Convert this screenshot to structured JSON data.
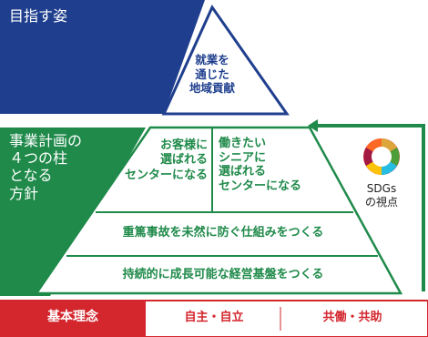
{
  "vision": {
    "label": "目指す姿",
    "lines": [
      "就業を",
      "通じた",
      "地域貢献"
    ]
  },
  "plan": {
    "label_lines": [
      "事業計画の",
      "４つの柱",
      "となる",
      "方針"
    ],
    "pillar1_lines": [
      "お客様に",
      "選ばれる",
      "センターになる"
    ],
    "pillar2_lines": [
      "働きたい",
      "シニアに",
      "選ばれる",
      "センターになる"
    ],
    "pillar3": "重篤事故を未然に防ぐ仕組みをつくる",
    "pillar4": "持続的に成長可能な経営基盤をつくる"
  },
  "sdgs": {
    "lines": [
      "SDGs",
      "の視点"
    ]
  },
  "philosophy": {
    "label": "基本理念",
    "items": [
      "自主・自立",
      "共働・共助"
    ]
  },
  "colors": {
    "navy": "#1f3f8e",
    "green": "#1f8a4a",
    "red": "#d3262d"
  }
}
